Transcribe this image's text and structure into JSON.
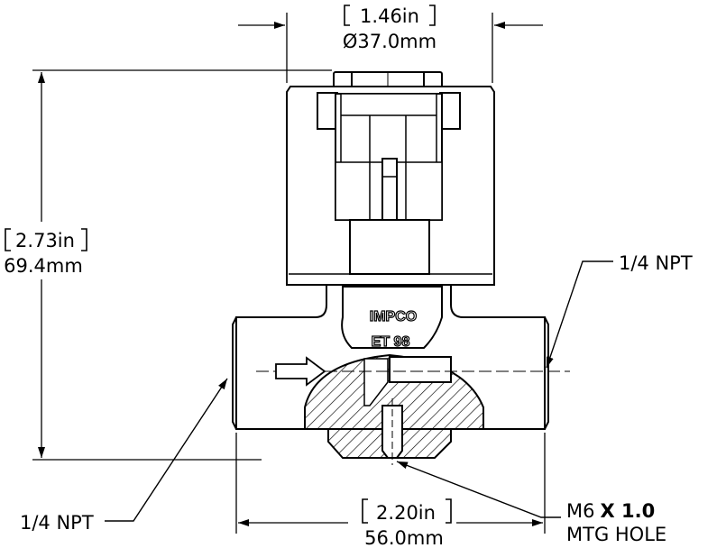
{
  "dimensions": {
    "top_width": {
      "imperial": "1.46in",
      "metric": "Ø37.0mm"
    },
    "height": {
      "imperial": "2.73in",
      "metric": "69.4mm"
    },
    "bottom_width": {
      "imperial": "2.20in",
      "metric": "56.0mm"
    }
  },
  "callouts": {
    "port_right": "1/4 NPT",
    "port_left": "1/4 NPT",
    "mount_hole_line1_prefix": "M6",
    "mount_hole_line1_bold": "X 1.0",
    "mount_hole_line2": "MTG HOLE"
  },
  "body_markings": {
    "brand": "IMPCO",
    "model": "ET 98"
  },
  "colors": {
    "line": "#000000",
    "background": "#ffffff"
  }
}
